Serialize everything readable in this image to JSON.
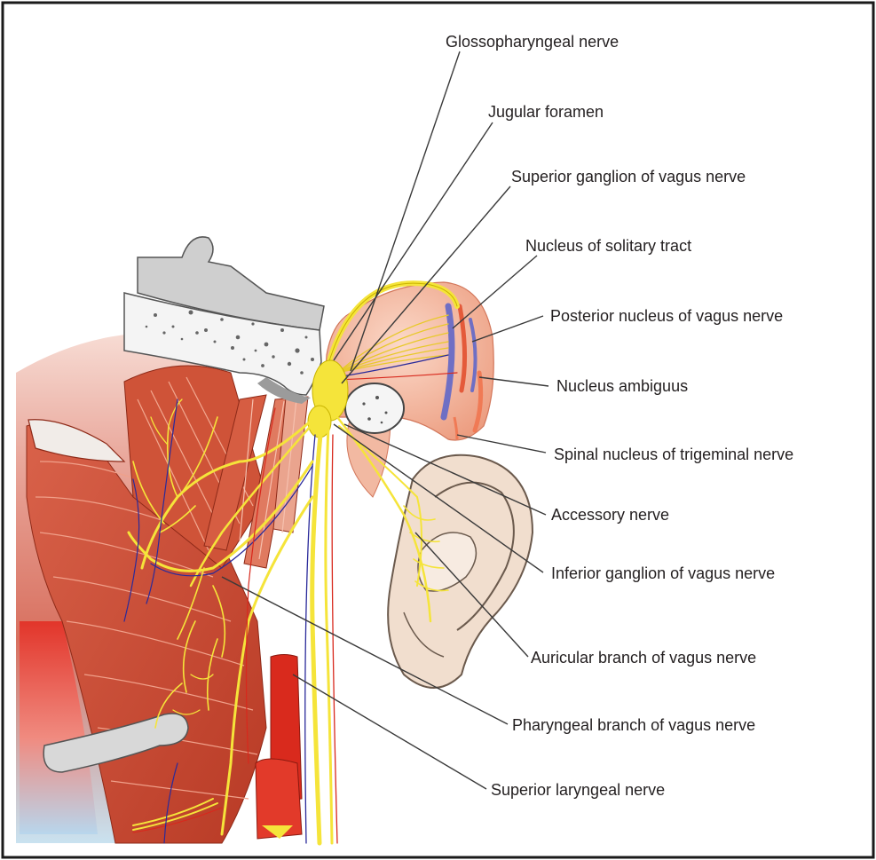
{
  "labels": {
    "glossopharyngeal": "Glossopharyngeal nerve",
    "jugular_foramen": "Jugular foramen",
    "superior_ganglion": "Superior ganglion of vagus nerve",
    "nucleus_solitary": "Nucleus of solitary tract",
    "posterior_nucleus": "Posterior nucleus of vagus nerve",
    "nucleus_ambiguus": "Nucleus ambiguus",
    "spinal_nucleus": "Spinal nucleus of trigeminal nerve",
    "accessory": "Accessory nerve",
    "inferior_ganglion": "Inferior ganglion of vagus nerve",
    "auricular_branch": "Auricular branch of vagus nerve",
    "pharyngeal_branch": "Pharyngeal branch of vagus nerve",
    "superior_laryngeal": "Superior laryngeal nerve"
  },
  "colors": {
    "nerve": "#f5e43a",
    "nerve_edge": "#c9b400",
    "muscle": "#c8432a",
    "muscle_light": "#e28a6e",
    "bone": "#f2f2f2",
    "bone_dark": "#9b9b9b",
    "ear": "#efd9c6",
    "brainstem": "#f0a98c",
    "artery": "#e12a1c",
    "vein": "#1f2d8a",
    "leader": "#231f20"
  }
}
